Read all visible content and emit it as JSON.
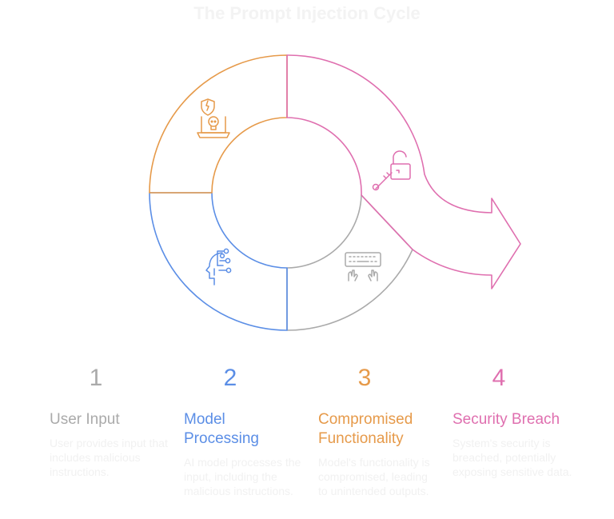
{
  "title": "The Prompt Injection Cycle",
  "colors": {
    "gray": "#aaaaaa",
    "blue": "#5b8ee6",
    "orange": "#e69a4a",
    "pink": "#df6faf"
  },
  "icons": {
    "segment1": "keyboard-hands-icon",
    "segment2": "ai-head-circuit-icon",
    "segment3": "laptop-skull-shield-icon",
    "segment4": "unlocked-padlock-key-icon"
  },
  "steps": [
    {
      "number": "1",
      "title": "User Input",
      "description": "User provides input that includes malicious instructions."
    },
    {
      "number": "2",
      "title": "Model Processing",
      "description": "AI model processes the input, including the malicious instructions."
    },
    {
      "number": "3",
      "title": "Compromised Functionality",
      "description": "Model's functionality is compromised, leading to unintended outputs."
    },
    {
      "number": "4",
      "title": "Security Breach",
      "description": "System's security is breached, potentially exposing sensitive data."
    }
  ]
}
